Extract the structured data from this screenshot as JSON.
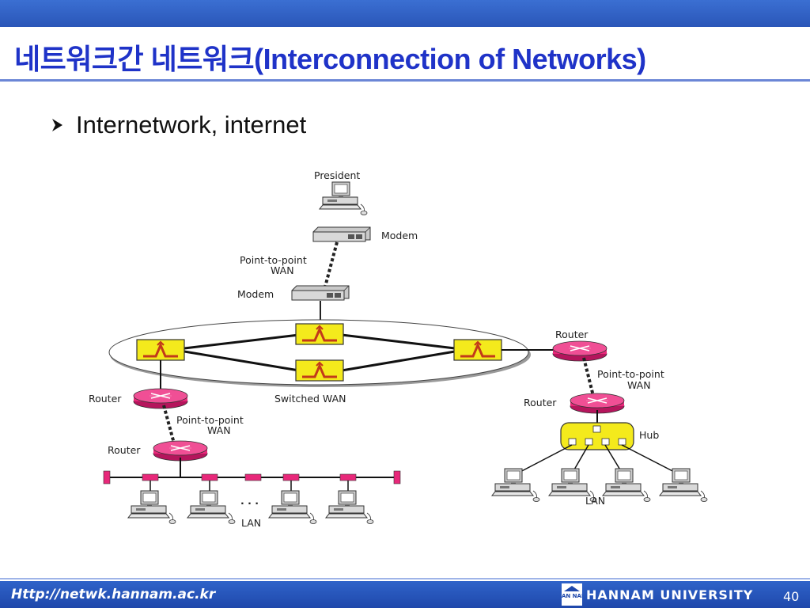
{
  "slide": {
    "title": "네트워크간 네트워크(Interconnection of Networks)",
    "bullet": "Internetwork, internet",
    "footer_url": "Http://netwk.hannam.ac.kr",
    "university": "HANNAM UNIVERSITY",
    "page_number": "40",
    "logo_text": "HAN NAM"
  },
  "diagram": {
    "labels": {
      "president": "President",
      "modem_top": "Modem",
      "p2p_top_line1": "Point-to-point",
      "p2p_top_line2": "WAN",
      "modem_mid": "Modem",
      "router_left": "Router",
      "switched_wan": "Switched WAN",
      "router_right": "Router",
      "p2p_left_line1": "Point-to-point",
      "p2p_left_line2": "WAN",
      "p2p_right_line1": "Point-to-point",
      "p2p_right_line2": "WAN",
      "router_left_lower": "Router",
      "router_right_lower": "Router",
      "hub": "Hub",
      "lan_left": "LAN",
      "lan_right": "LAN",
      "ellipsis": "· · ·"
    }
  },
  "colors": {
    "title": "#1f33c8",
    "header_bar": "#2a56b8",
    "router": "#e8287a",
    "switch": "#f4ea1c",
    "hub": "#f4ea1c"
  }
}
